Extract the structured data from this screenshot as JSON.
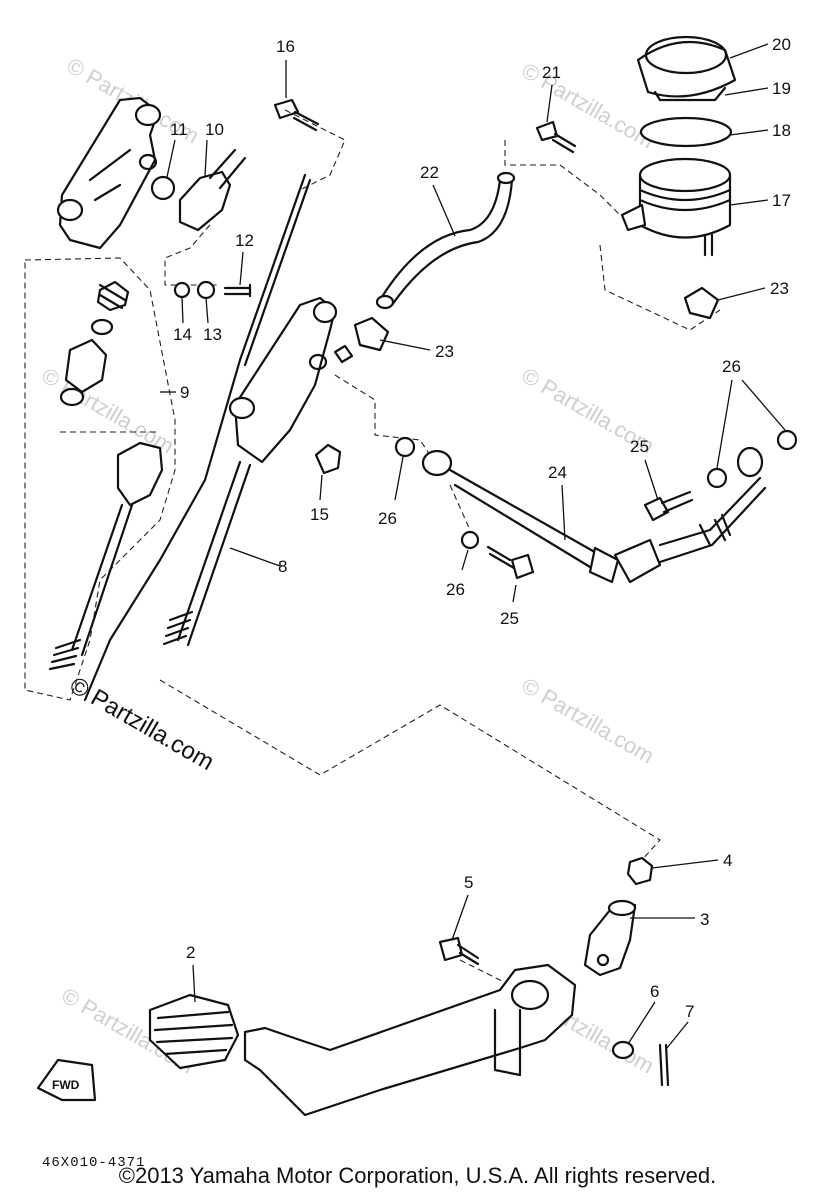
{
  "diagram": {
    "callouts": [
      "2",
      "3",
      "4",
      "5",
      "6",
      "7",
      "8",
      "9",
      "10",
      "11",
      "12",
      "13",
      "14",
      "15",
      "16",
      "17",
      "18",
      "19",
      "20",
      "21",
      "22",
      "23",
      "23",
      "24",
      "25",
      "25",
      "26",
      "26",
      "26"
    ],
    "watermark": "© Partzilla.com",
    "fwd_label": "FWD",
    "catalog_code": "46X010-4371",
    "copyright": "©2013 Yamaha Motor Corporation, U.S.A. All rights reserved."
  }
}
